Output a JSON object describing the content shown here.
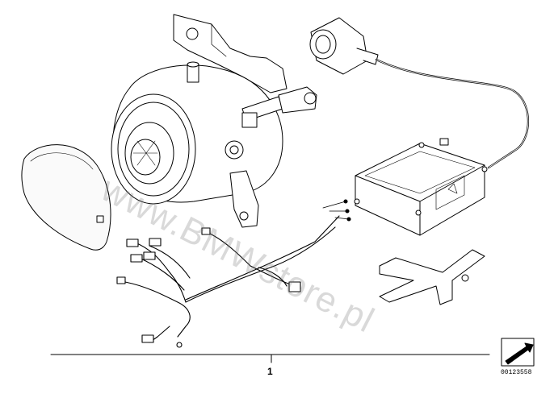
{
  "diagram": {
    "part_number_label": "1",
    "catalog_number": "00123558",
    "watermark_text": "www.BMWstore.pl",
    "icons": {
      "fog_lamp": "fog-lamp-assembly-icon",
      "lens_cover": "lens-cover-icon",
      "igniter": "igniter-connector-icon",
      "ballast": "ballast-control-unit-icon",
      "harness": "wiring-harness-icon",
      "bracket": "mounting-bracket-icon",
      "reference": "catalog-reference-arrow-icon"
    },
    "colors": {
      "line": "#000000",
      "watermark": "#8a8a8a",
      "background": "#ffffff"
    }
  }
}
